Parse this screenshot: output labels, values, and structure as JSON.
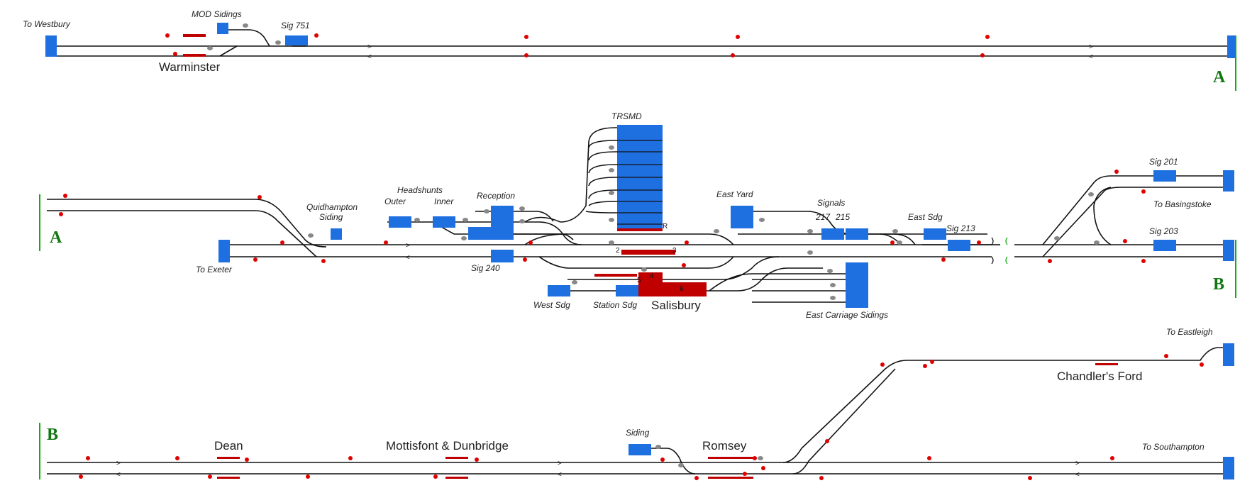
{
  "sections": {
    "a_end": "A",
    "a_start": "A",
    "b_end": "B",
    "b_start": "B"
  },
  "labels": {
    "to_westbury": "To Westbury",
    "mod_sidings": "MOD Sidings",
    "sig_751": "Sig 751",
    "warminster": "Warminster",
    "trsmd": "TRSMD",
    "headshunts": "Headshunts",
    "outer": "Outer",
    "inner": "Inner",
    "reception": "Reception",
    "quidhampton": "Quidhampton",
    "siding": "Siding",
    "to_exeter": "To Exeter",
    "sig_240": "Sig 240",
    "east_yard": "East Yard",
    "signals": "Signals",
    "sig_217": "217",
    "sig_215": "215",
    "east_sdg": "East Sdg",
    "sig_213": "Sig 213",
    "west_sdg": "West Sdg",
    "station_sdg": "Station Sdg",
    "salisbury": "Salisbury",
    "east_carriage": "East Carriage Sidings",
    "sig_201": "Sig 201",
    "to_basingstoke": "To Basingstoke",
    "sig_203": "Sig 203",
    "to_eastleigh": "To Eastleigh",
    "chandlers_ford": "Chandler's Ford",
    "dean": "Dean",
    "mottisfont": "Mottisfont & Dunbridge",
    "romsey_siding": "Siding",
    "romsey": "Romsey",
    "to_southampton": "To Southampton",
    "plat_r": "R",
    "plat_2": "2",
    "plat_3": "3",
    "plat_4": "4",
    "plat_5": "5",
    "plat_6": "6"
  },
  "colors": {
    "track": "#111111",
    "siding_block": "#1e6fe0",
    "platform": "#c00000",
    "signal": "#e00000",
    "section_marker": "#11aa11",
    "station_block": "#c00000"
  }
}
